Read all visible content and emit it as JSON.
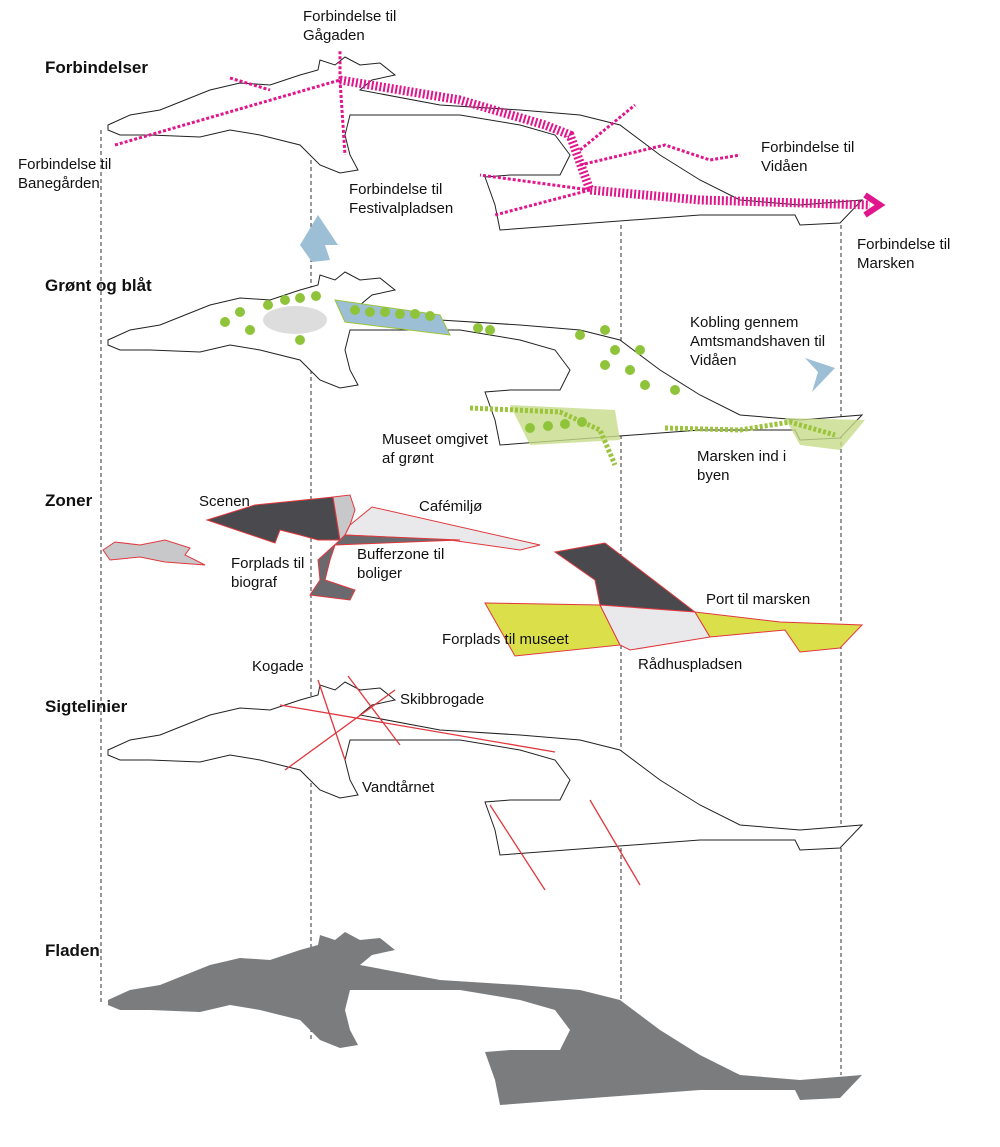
{
  "colors": {
    "magenta": "#e0168c",
    "green": "#9bc43c",
    "lightgreen": "#c7dc8a",
    "water": "#9dbfd6",
    "dark": "#4a4a4e",
    "grey": "#c8c8ca",
    "light": "#e9e9eb",
    "yellow": "#dbe04a",
    "red": "#e0383e",
    "fladen": "#7a7c7e"
  },
  "layers": [
    {
      "title": "Forbindelser",
      "labels": [
        "Forbindelse til\nGågaden",
        "Forbindelse til\nBanegården",
        "Forbindelse til\nFestivalpladsen",
        "Forbindelse til\nVidåen",
        "Forbindelse til\nMarsken"
      ]
    },
    {
      "title": "Grønt og blåt",
      "labels": [
        "Kobling gennem\nAmtsmandshaven til\nVidåen",
        "Museet omgivet\naf grønt",
        "Marsken ind i\nbyen"
      ]
    },
    {
      "title": "Zoner",
      "labels": [
        "Scenen",
        "Cafémiljø",
        "Forplads til\nbiograf",
        "Bufferzone til\nboliger",
        "Port til marsken",
        "Forplads til museet",
        "Rådhuspladsen"
      ]
    },
    {
      "title": "Sigtelinier",
      "labels": [
        "Kogade",
        "Skibbrogade",
        "Vandtårnet"
      ]
    },
    {
      "title": "Fladen",
      "labels": []
    }
  ]
}
